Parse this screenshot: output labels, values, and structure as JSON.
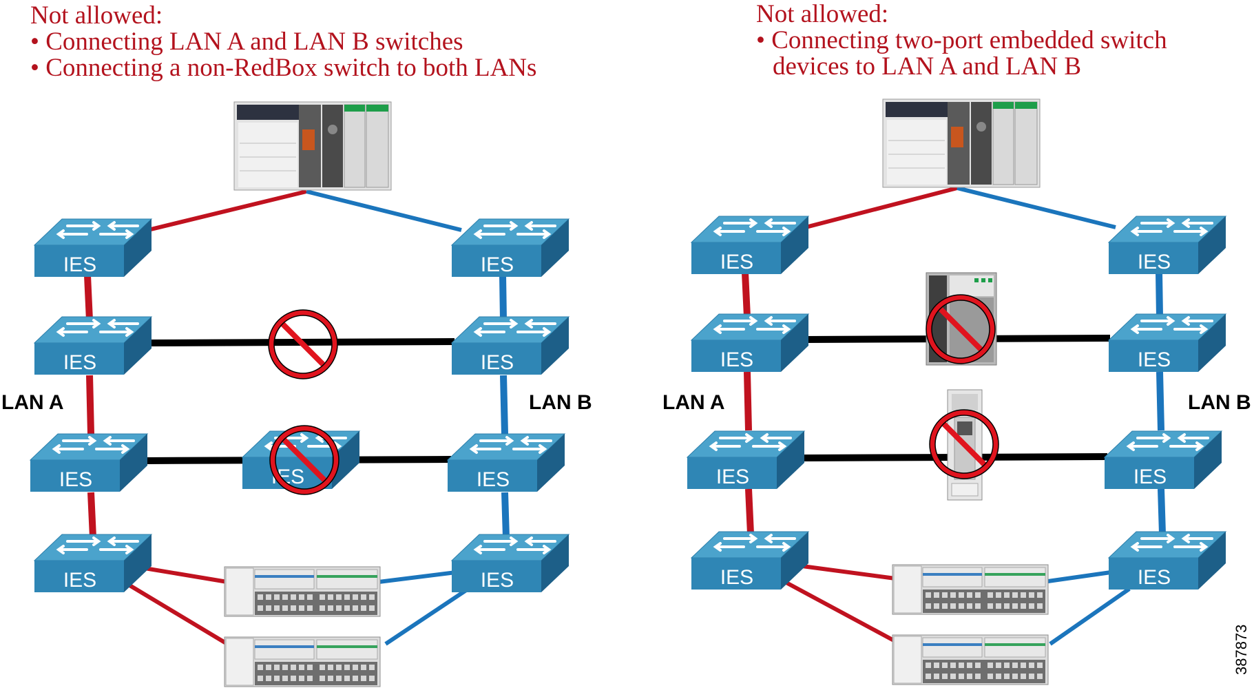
{
  "left_panel": {
    "heading": "Not allowed:",
    "bullets": [
      "• Connecting LAN A and LAN B switches",
      "• Connecting a non-RedBox switch to both LANs"
    ],
    "lan_a_label": "LAN A",
    "lan_b_label": "LAN B"
  },
  "right_panel": {
    "heading": "Not allowed:",
    "bullet_line1": "• Connecting two-port embedded switch",
    "bullet_line2": "devices to LAN A and LAN B",
    "lan_a_label": "LAN A",
    "lan_b_label": "LAN B"
  },
  "switch_label": "IES",
  "figure_number": "387873",
  "colors": {
    "lan_a": "#c0121f",
    "lan_b": "#1b75bc",
    "cross_link": "#000000",
    "switch_top": "#4ba3cc",
    "switch_front": "#2f86b5",
    "switch_side": "#1d5f88",
    "prohibited": "#e0141e",
    "note_text": "#b3121d"
  },
  "icons": {
    "switch": "ies-switch-icon",
    "controller": "controller-rack-icon",
    "io_module": "io-module-icon",
    "prohibited": "prohibited-icon"
  }
}
